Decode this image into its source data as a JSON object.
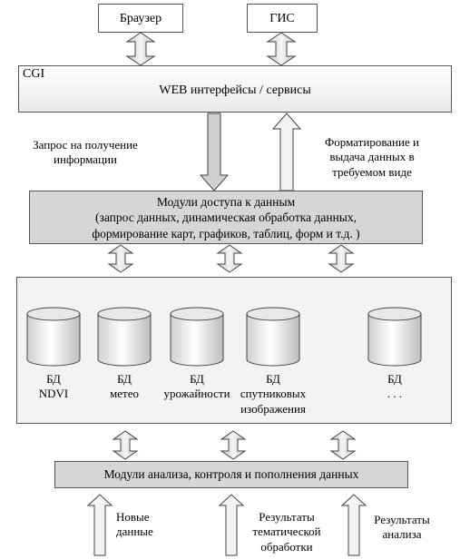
{
  "top_boxes": {
    "browser": "Браузер",
    "gis": "ГИС"
  },
  "cgi": {
    "tag": "CGI",
    "title": "WEB интерфейсы / сервисы"
  },
  "side_labels": {
    "request": [
      "Запрос на получение",
      "информации"
    ],
    "format": [
      "Форматирование и",
      "выдача данных в",
      "требуемом виде"
    ]
  },
  "access_module": {
    "lines": [
      "Модули доступа к данным",
      "(запрос данных, динамическая обработка данных,",
      "формирование карт, графиков, таблиц, форм и т.д. )"
    ]
  },
  "databases": [
    {
      "lines": [
        "БД",
        "NDVI"
      ]
    },
    {
      "lines": [
        "БД",
        "метео"
      ]
    },
    {
      "lines": [
        "БД",
        "урожайности"
      ]
    },
    {
      "lines": [
        "БД",
        "спутниковых",
        "изображения"
      ]
    },
    {
      "lines": [
        "БД",
        ". . ."
      ]
    }
  ],
  "analysis_module": {
    "title": "Модули анализа, контроля и пополнения данных"
  },
  "inputs": [
    {
      "lines": [
        "Новые",
        "данные"
      ]
    },
    {
      "lines": [
        "Результаты",
        "тематической",
        "обработки"
      ]
    },
    {
      "lines": [
        "Результаты",
        "анализа"
      ]
    }
  ]
}
